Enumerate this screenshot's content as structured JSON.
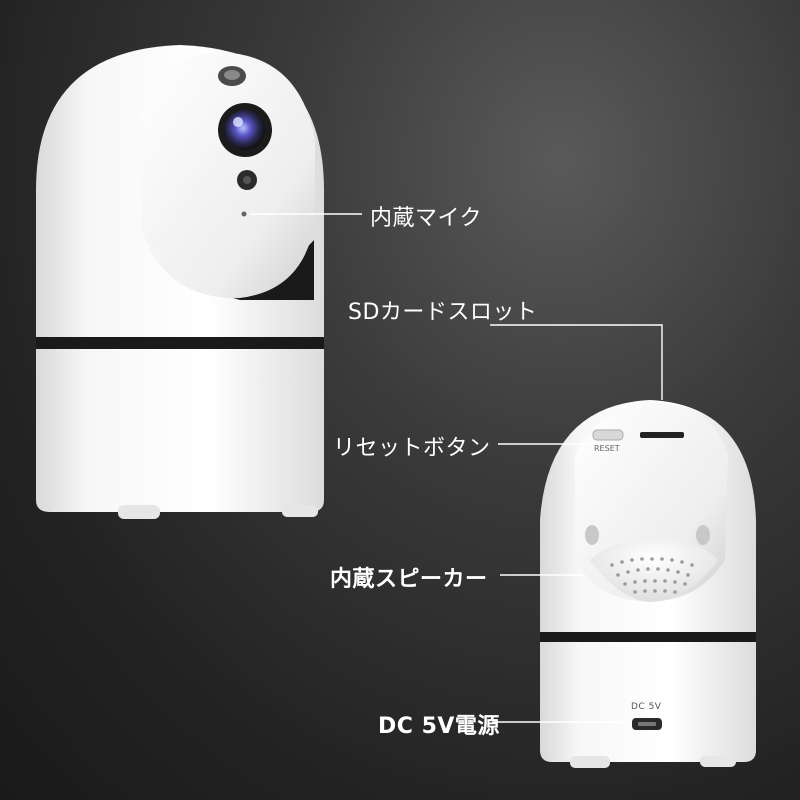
{
  "callouts": {
    "mic": "内蔵マイク",
    "sd_slot": "SDカードスロット",
    "reset": "リセットボタン",
    "speaker": "内蔵スピーカー",
    "power": "DC 5V電源"
  },
  "device_markings": {
    "reset_port": "RESET",
    "dc_port": "DC 5V"
  },
  "colors": {
    "background": "#2b2b2b",
    "device_body": "#f4f4f4",
    "accent_band": "#1a1a1a",
    "lens": "#3b3f9a"
  }
}
